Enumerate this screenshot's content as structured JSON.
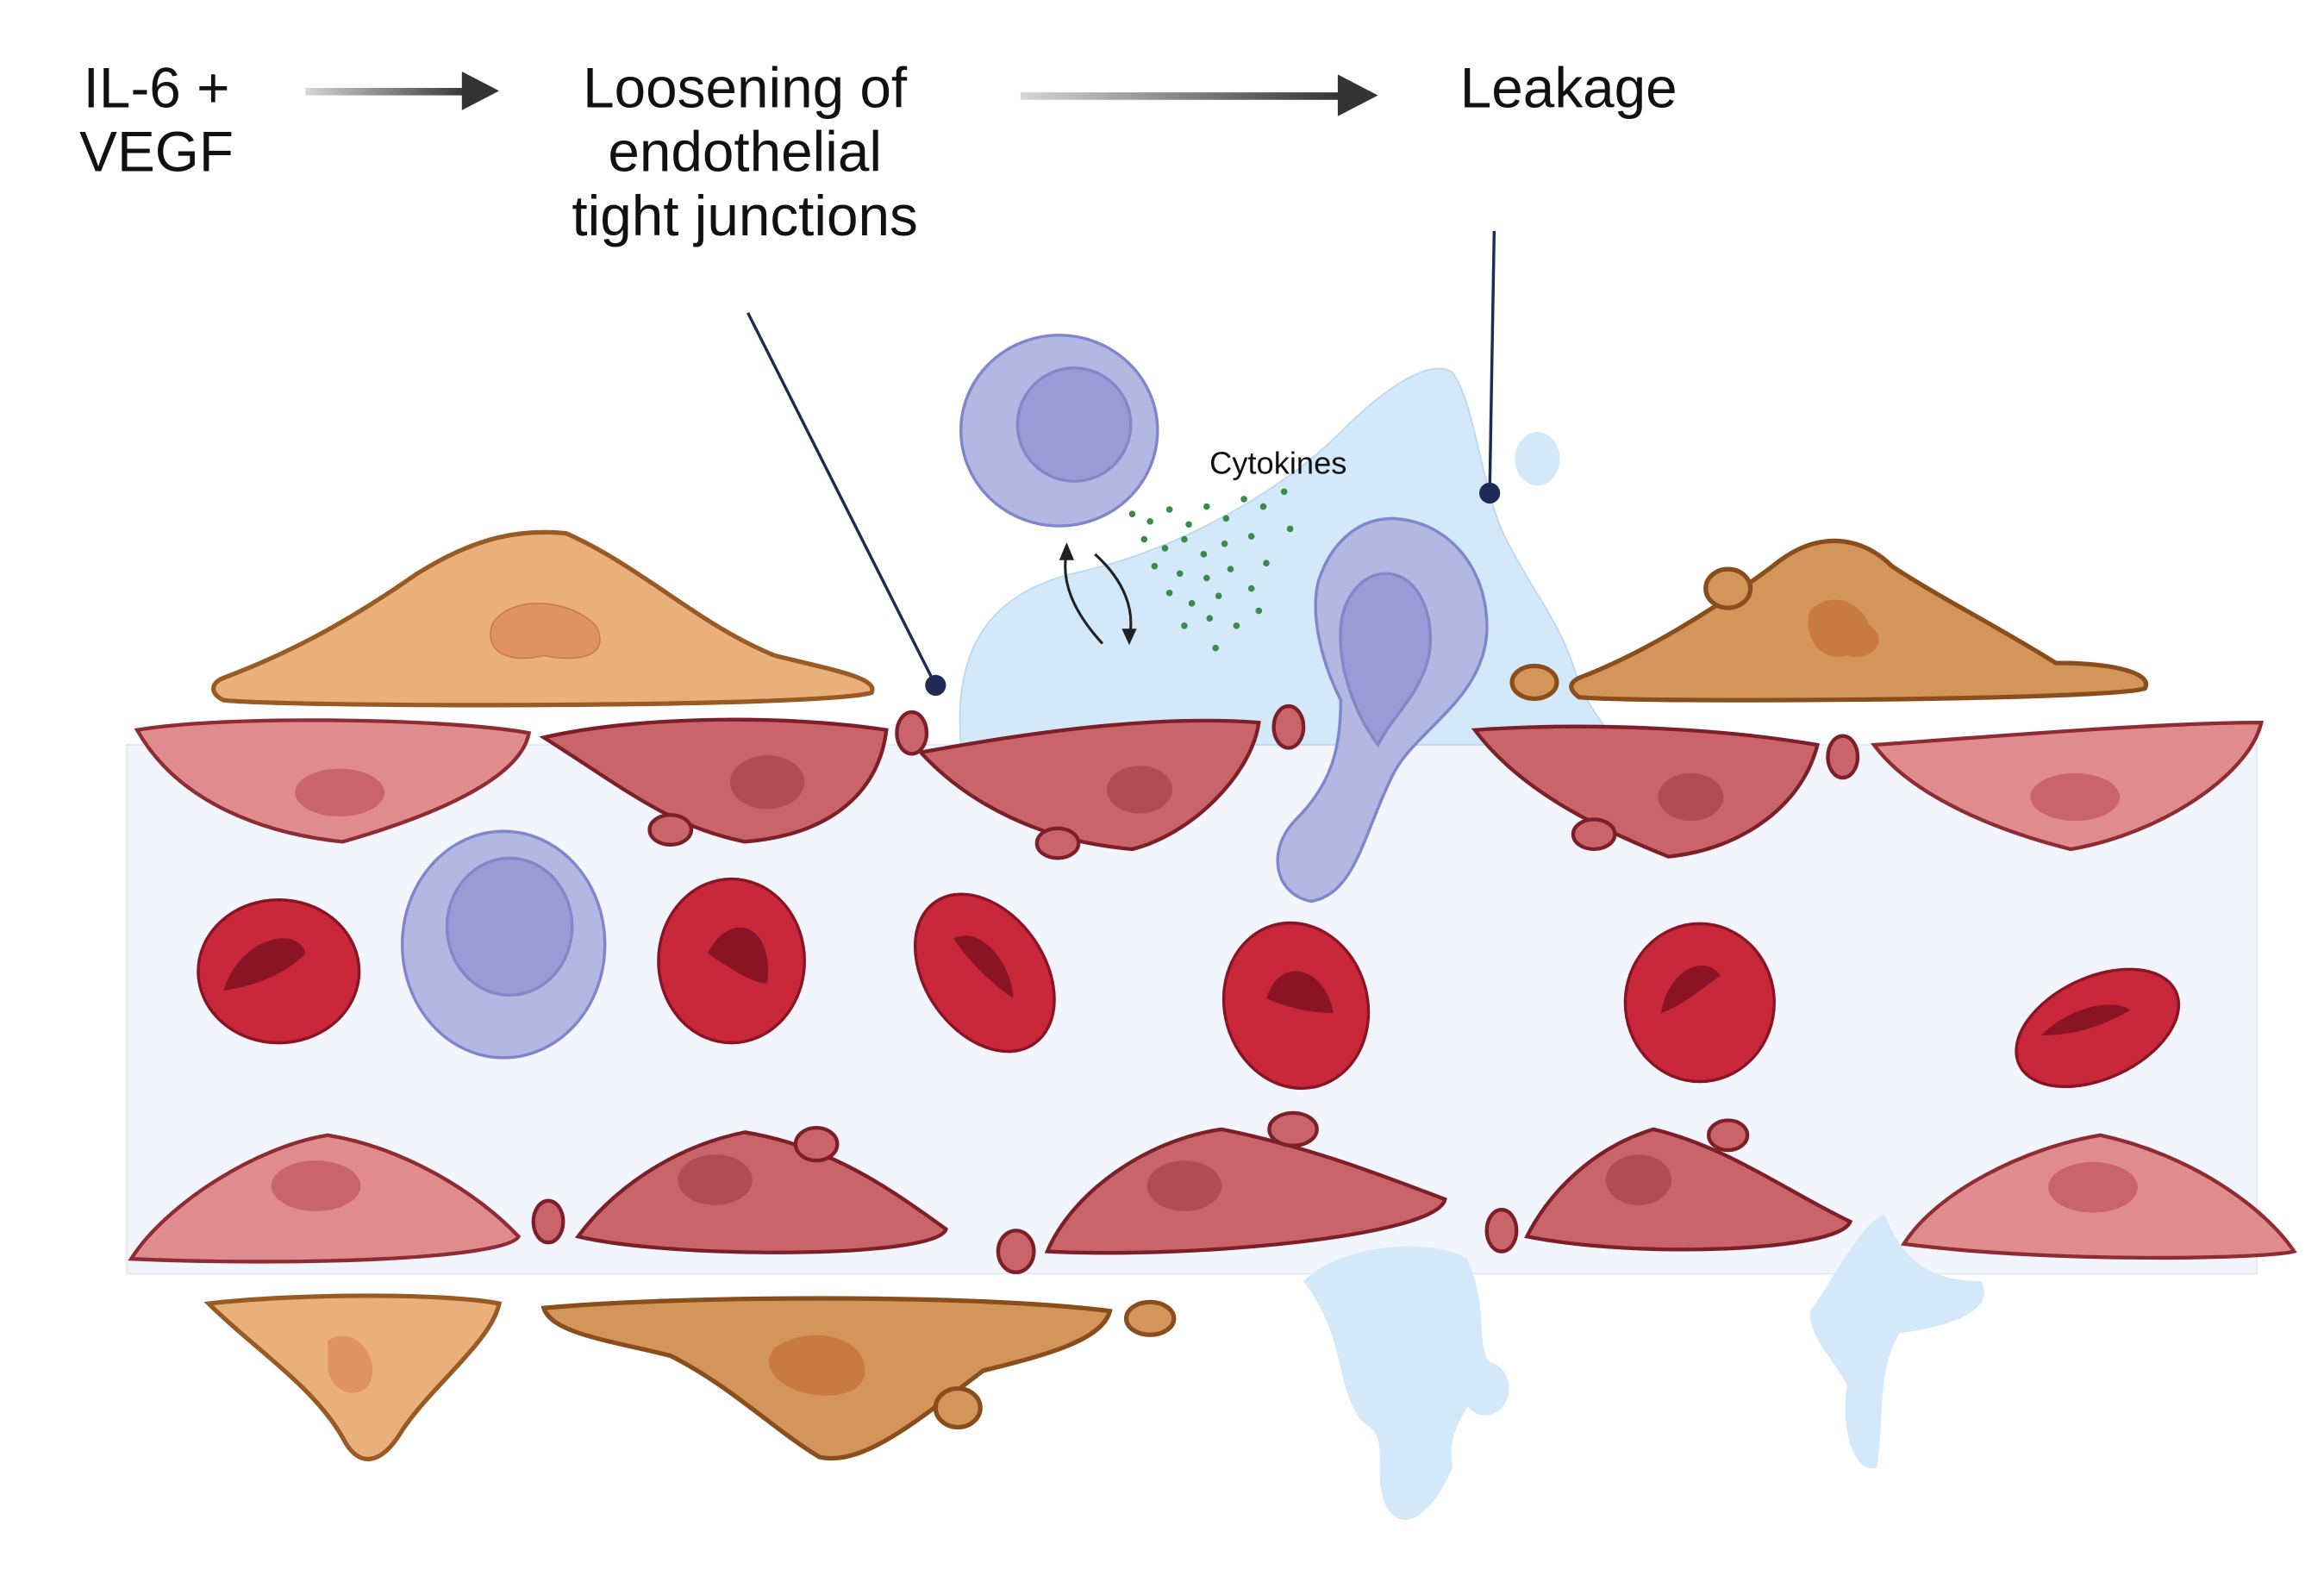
{
  "labels": {
    "trigger_line1": "IL-6 +",
    "trigger_line2": "VEGF",
    "loosening_line1": "Loosening of",
    "loosening_line2": "endothelial",
    "loosening_line3": "tight junctions",
    "leakage": "Leakage",
    "cytokines": "Cytokines"
  },
  "colors": {
    "endothelial_light": "#e08c8e",
    "endothelial_dark": "#c9646a",
    "pericyte_light": "#e9b07c",
    "pericyte_dark": "#d4955a",
    "rbc": "#c8283a",
    "leukocyte": "#b3b8e3",
    "leak_fluid": "#d3e8f8",
    "lumen": "#f2f5fb",
    "cytokine": "#3a8a4a",
    "pointer": "#1f2a55"
  }
}
